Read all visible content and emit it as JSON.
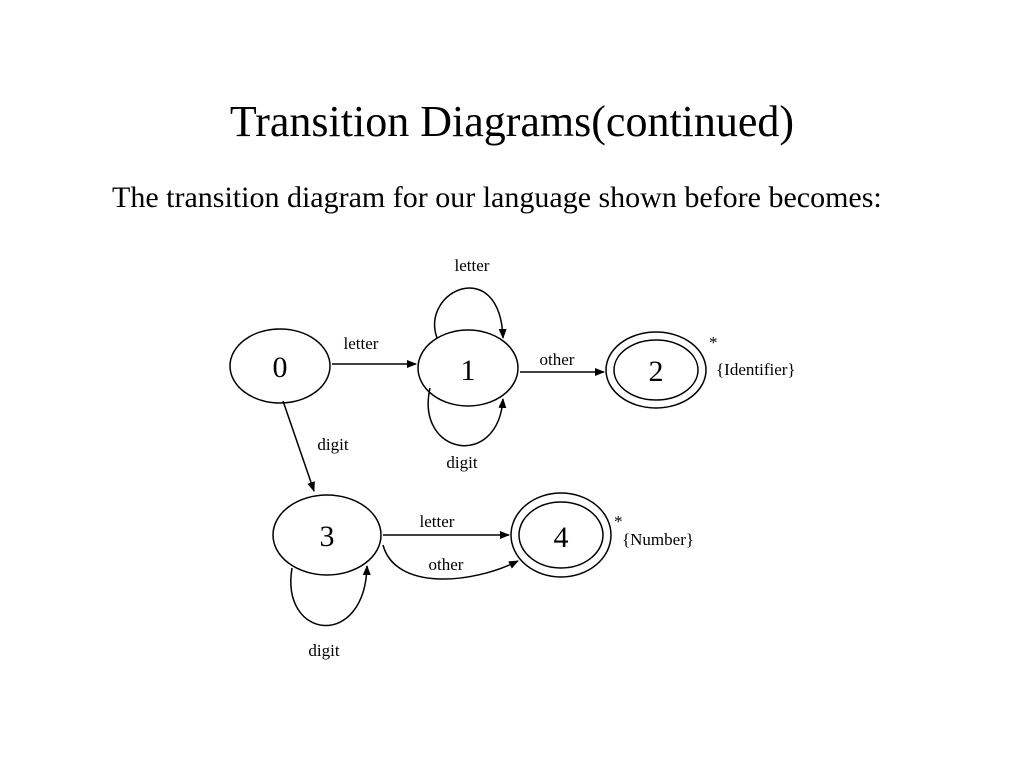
{
  "slide": {
    "title": "Transition Diagrams(continued)",
    "body": "The transition diagram for our language shown before becomes:"
  },
  "diagram": {
    "states": [
      {
        "id": "s0",
        "label": "0",
        "accepting": false
      },
      {
        "id": "s1",
        "label": "1",
        "accepting": false
      },
      {
        "id": "s2",
        "label": "2",
        "accepting": true
      },
      {
        "id": "s3",
        "label": "3",
        "accepting": false
      },
      {
        "id": "s4",
        "label": "4",
        "accepting": true
      }
    ],
    "transitions": [
      {
        "from": "0",
        "to": "1",
        "label": "letter"
      },
      {
        "from": "1",
        "to": "1",
        "label": "letter"
      },
      {
        "from": "1",
        "to": "1",
        "label": "digit"
      },
      {
        "from": "1",
        "to": "2",
        "label": "other"
      },
      {
        "from": "0",
        "to": "3",
        "label": "digit"
      },
      {
        "from": "3",
        "to": "4",
        "label": "letter"
      },
      {
        "from": "3",
        "to": "4",
        "label": "other"
      },
      {
        "from": "3",
        "to": "3",
        "label": "digit"
      }
    ],
    "notes": {
      "s2_marker": "*",
      "s2_token": "{Identifier}",
      "s4_marker": "*",
      "s4_token": "{Number}"
    }
  }
}
